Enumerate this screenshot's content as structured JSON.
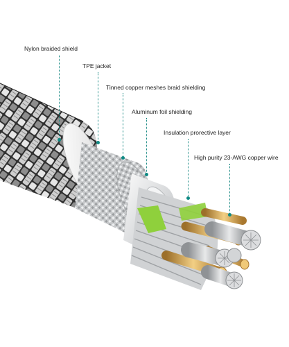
{
  "callouts": [
    {
      "label": "Nylon braided shield"
    },
    {
      "label": "TPE jacket"
    },
    {
      "label": "Tinned copper meshes braid shielding"
    },
    {
      "label": "Aluminum foil shielding"
    },
    {
      "label": "Insulation prorective layer"
    },
    {
      "label": "High purity 23-AWG copper wire"
    }
  ],
  "colors": {
    "leader": "#1a8a84",
    "braid_dark": "#3a3a3a",
    "braid_light": "#d8d8d8",
    "jacket": "#f4f4f4",
    "mesh": "#bfc2c4",
    "foil": "#e9eaeb",
    "insulation_green": "#9ad43a",
    "copper": "#d6a85a",
    "silver_strands": "#c9cbcd"
  },
  "icons": [
    "cable-cutaway-illustration"
  ]
}
